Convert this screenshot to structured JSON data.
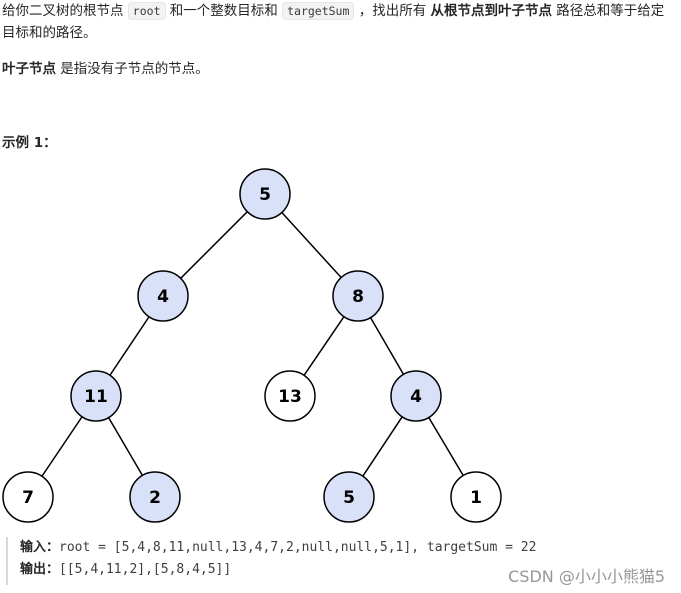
{
  "description": {
    "seg1": "给你二叉树的根节点 ",
    "code_root": "root",
    "seg2": " 和一个整数目标和 ",
    "code_target": "targetSum",
    "seg3": " ，找出所有 ",
    "bold_phrase": "从根节点到叶子节点",
    "seg4": " 路径总和等于给定目标和的路径。",
    "leaf_bold": "叶子节点",
    "leaf_rest": " 是指没有子节点的节点。"
  },
  "example": {
    "title": "示例 1：",
    "input_label": "输入：",
    "input_value": "root = [5,4,8,11,null,13,4,7,2,null,null,5,1], targetSum = 22",
    "output_label": "输出：",
    "output_value": "[[5,4,11,2],[5,8,4,5]]"
  },
  "tree": {
    "nodes": [
      {
        "id": "n5",
        "label": "5",
        "highlighted": true
      },
      {
        "id": "n4",
        "label": "4",
        "highlighted": true
      },
      {
        "id": "n8",
        "label": "8",
        "highlighted": true
      },
      {
        "id": "n11",
        "label": "11",
        "highlighted": true
      },
      {
        "id": "n13",
        "label": "13",
        "highlighted": false
      },
      {
        "id": "n4b",
        "label": "4",
        "highlighted": true
      },
      {
        "id": "n7",
        "label": "7",
        "highlighted": false
      },
      {
        "id": "n2",
        "label": "2",
        "highlighted": true
      },
      {
        "id": "n5b",
        "label": "5",
        "highlighted": true
      },
      {
        "id": "n1",
        "label": "1",
        "highlighted": false
      }
    ],
    "edges": [
      [
        "n5",
        "n4"
      ],
      [
        "n5",
        "n8"
      ],
      [
        "n4",
        "n11"
      ],
      [
        "n8",
        "n13"
      ],
      [
        "n8",
        "n4b"
      ],
      [
        "n11",
        "n7"
      ],
      [
        "n11",
        "n2"
      ],
      [
        "n4b",
        "n5b"
      ],
      [
        "n4b",
        "n1"
      ]
    ],
    "colors": {
      "highlight_fill": "#d9e1f8",
      "normal_fill": "#ffffff",
      "stroke": "#000000"
    }
  },
  "watermark": "CSDN @小小小熊猫5"
}
